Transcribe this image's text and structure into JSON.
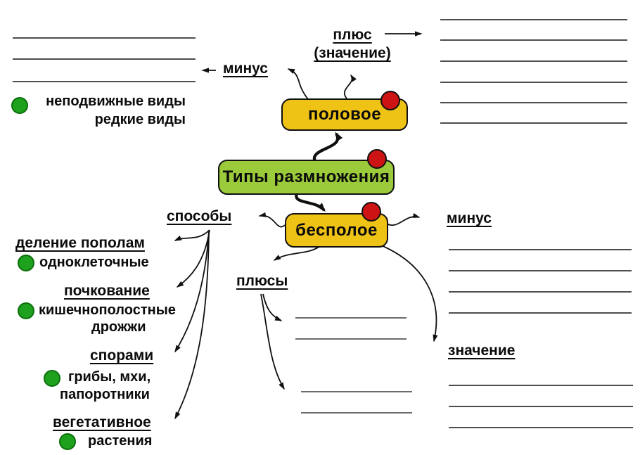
{
  "colors": {
    "root_box": "#9bcb3b",
    "child_box": "#efc216",
    "marker_red": "#cc1414",
    "bullet_green": "#1ea21e"
  },
  "root": {
    "label": "Типы размножения"
  },
  "sexual": {
    "label": "половое",
    "plus_label": "плюс",
    "plus_note": "(значение)",
    "minus_label": "минус",
    "examples": [
      "неподвижные виды",
      "редкие виды"
    ]
  },
  "asexual": {
    "label": "бесполое",
    "methods_label": "способы",
    "methods": [
      {
        "name": "деление пополам",
        "examples": [
          "одноклеточные"
        ]
      },
      {
        "name": "почкование",
        "examples": [
          "кишечнополостные",
          "дрожжи"
        ]
      },
      {
        "name": "спорами",
        "examples": [
          "грибы, мхи,",
          "папоротники"
        ]
      },
      {
        "name": "вегетативное",
        "examples": [
          "растения"
        ]
      }
    ],
    "pluses_label": "плюсы",
    "minus_label": "минус",
    "value_label": "значение"
  }
}
